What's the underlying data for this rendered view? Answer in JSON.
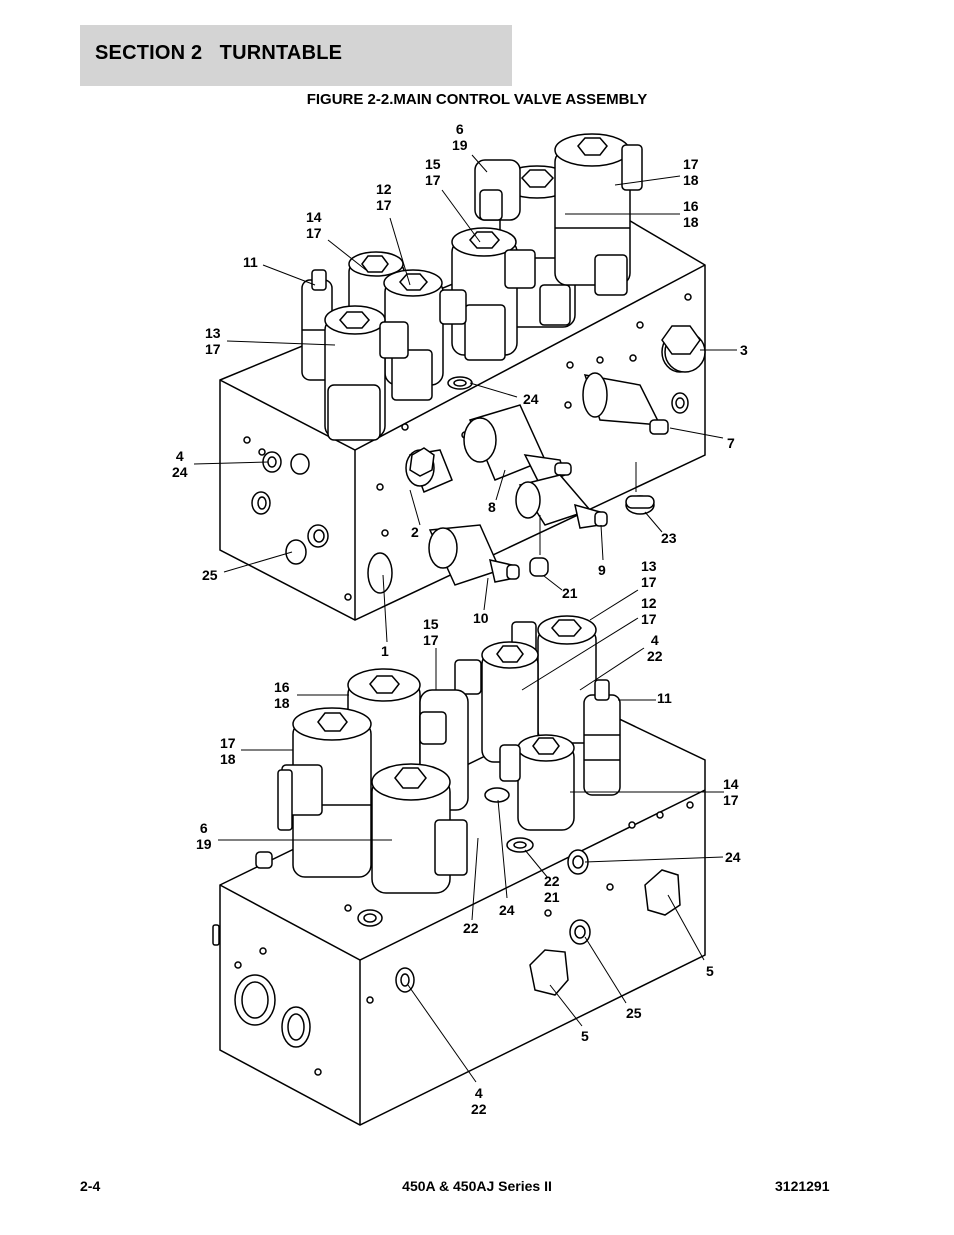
{
  "header": {
    "section": "SECTION 2   TURNTABLE"
  },
  "figure": {
    "title": "FIGURE 2-2.MAIN CONTROL VALVE ASSEMBLY"
  },
  "callouts": [
    "6\n19",
    "15\n17",
    "17\n18",
    "16\n18",
    "12\n17",
    "14\n17",
    "11",
    "13\n17",
    "3",
    "24",
    "7",
    "4\n24",
    "8",
    "2",
    "23",
    "9",
    "25",
    "21",
    "10",
    "1",
    "13\n17",
    "12\n17",
    "15\n17",
    "4\n22",
    "16\n18",
    "11",
    "17\n18",
    "14\n17",
    "6\n19",
    "24",
    "22\n21",
    "22",
    "24",
    "5",
    "25",
    "5",
    "4\n22"
  ],
  "footer": {
    "page": "2-4",
    "model": "450A & 450AJ Series II",
    "doc_number": "3121291"
  }
}
